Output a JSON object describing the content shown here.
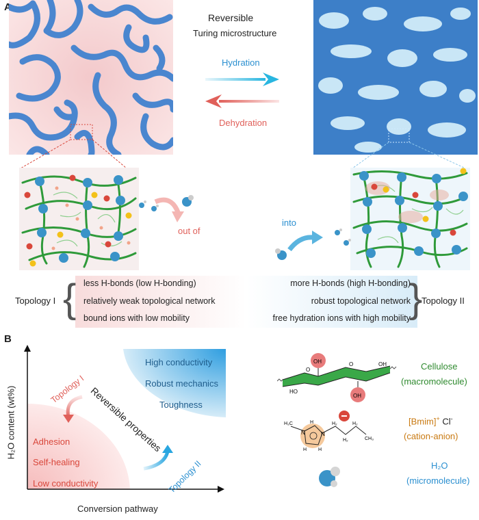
{
  "panel_a": {
    "label": "A",
    "title_line1": "Reversible",
    "title_line2": "Turing microstructure",
    "hydration": "Hydration",
    "dehydration": "Dehydration",
    "out_of": "out of",
    "into": "into",
    "topology_left": "Topology I",
    "topology_right": "Topology II",
    "left_props": [
      "less H-bonds (low H-bonding)",
      "relatively weak topological network",
      "bound ions with low mobility"
    ],
    "right_props": [
      "more H-bonds (high H-bonding)",
      "robust topological network",
      "free hydration ions with high mobility"
    ],
    "colors": {
      "hydration": "#2a8fd0",
      "dehydration": "#e0605a",
      "network_blue": "#3d7fc8",
      "accent_red": "#d9473b"
    }
  },
  "panel_b": {
    "label": "B",
    "y_axis": "H₂O content (wt%)",
    "x_axis": "Conversion pathway",
    "topology_1": "Topology I",
    "topology_2": "Topology II",
    "center": "Reversible properties",
    "high_props": [
      "High conductivity",
      "Robust mechanics",
      "Toughness"
    ],
    "low_props": [
      "Adhesion",
      "Self-healing",
      "Low conductivity"
    ]
  },
  "legend": {
    "cellulose": "Cellulose",
    "cellulose_sub": "(macromolecule)",
    "ion_name": "[Bmim]",
    "ion_plus": "+",
    "ion_anion": "Cl",
    "ion_minus": "-",
    "ion_sub": "(cation-anion)",
    "water": "H₂O",
    "water_sub": "(micromolecule)",
    "atoms": {
      "oh": "OH",
      "ho": "HO",
      "o": "O",
      "h": "H",
      "ch3": "H₃C",
      "n": "N",
      "h2": "H₂",
      "ch3b": "CH₃"
    }
  }
}
